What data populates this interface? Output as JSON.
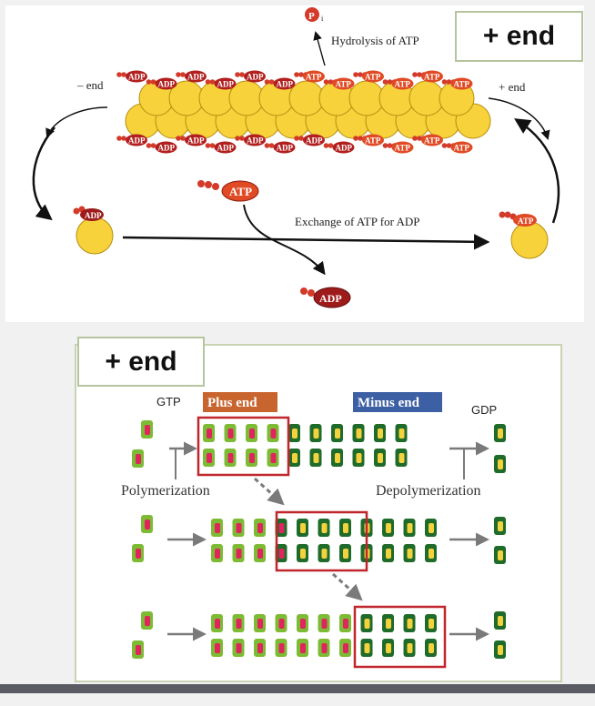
{
  "top_panel": {
    "tag_label": "+ end",
    "minus_end_label": "– end",
    "plus_end_label": "+ end",
    "hydrolysis_label": "Hydrolysis of ATP",
    "exchange_label": "Exchange of ATP for ADP",
    "pi_label": "P",
    "pi_subscript": "i",
    "free_atp_label": "ATP",
    "free_adp_label": "ADP",
    "left_monomer_label": "ADP",
    "right_monomer_label": "ATP",
    "top_row_caps": [
      "ADP",
      "ADP",
      "ADP",
      "ADP",
      "ADP",
      "ADP",
      "ATP",
      "ATP",
      "ATP",
      "ATP",
      "ATP",
      "ATP"
    ],
    "bottom_row_caps": [
      "ADP",
      "ADP",
      "ADP",
      "ADP",
      "ADP",
      "ADP",
      "ADP",
      "ADP",
      "ATP",
      "ATP",
      "ATP",
      "ATP"
    ],
    "colors": {
      "actin_fill": "#f7d23a",
      "actin_stroke": "#b58f12",
      "cap_fill": "#b21f1f",
      "cap_text": "#ffffff",
      "phosphate": "#d33a2a"
    }
  },
  "bottom_panel": {
    "tag_label": "+ end",
    "gtp_label": "GTP",
    "gdp_label": "GDP",
    "plus_end_label": "Plus end",
    "minus_end_label": "Minus end",
    "polymerization_label": "Polymerization",
    "depolymerization_label": "Depolymerization",
    "colors": {
      "light_green": "#7dbb34",
      "dark_green": "#1f6b2a",
      "pink": "#e0245e",
      "yellow": "#f4d23d",
      "plus_end_bg": "#c8652f",
      "minus_end_bg": "#3d5fa3",
      "highlight_box": "#c0262b"
    }
  }
}
